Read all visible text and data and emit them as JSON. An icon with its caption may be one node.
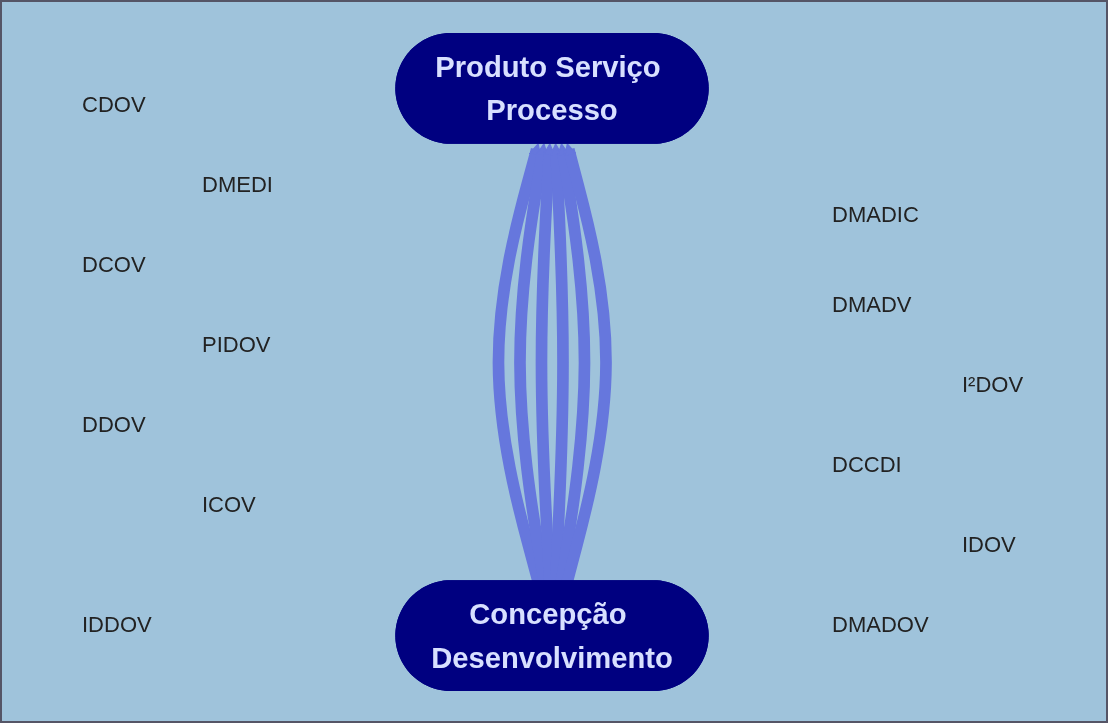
{
  "diagram": {
    "nodes": [
      {
        "text": [
          "Produto Serviço Processo"
        ]
      },
      {
        "text": [
          "Concepção Desenvolvimento"
        ]
      }
    ],
    "edges": [
      {
        "from": 1,
        "to": 0,
        "arrow": "to"
      },
      {
        "from": 1,
        "to": 0,
        "arrow": "to"
      },
      {
        "from": 1,
        "to": 0,
        "arrow": "to"
      },
      {
        "from": 1,
        "to": 0,
        "arrow": "to"
      },
      {
        "from": 1,
        "to": 0,
        "arrow": "to"
      },
      {
        "from": 1,
        "to": 0,
        "arrow": "to"
      }
    ],
    "labels": [
      "CDOV",
      "DMEDI",
      "DCOV",
      "DMADIC",
      "DMADV",
      "PIDOV",
      "DDOV",
      "I²DOV",
      "DCCDI",
      "IDOV",
      "ICOV",
      "DMADOV",
      "IDDOV"
    ]
  }
}
